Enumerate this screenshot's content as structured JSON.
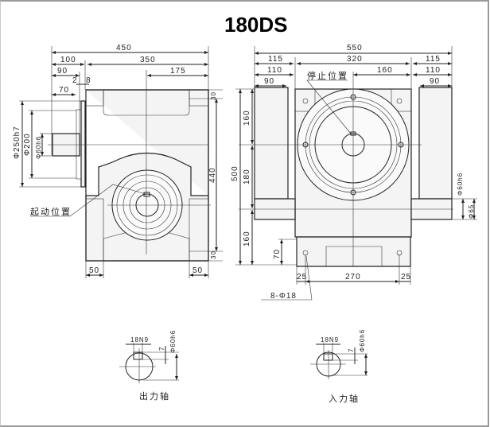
{
  "title": "180DS",
  "left_view": {
    "dims": {
      "overall_width": "450",
      "d100": "100",
      "d350": "350",
      "d90": "90",
      "d175": "175",
      "d2": "2",
      "d8": "8",
      "d70": "70",
      "phi250": "Φ250h7",
      "phi200": "Φ200",
      "phi60": "Φ60h6",
      "d440": "440",
      "d30_top": "30",
      "d30_bottom": "30",
      "d50_left": "50",
      "d50_right": "50"
    },
    "start_position_label": "起动位置"
  },
  "right_view": {
    "dims": {
      "overall_width": "550",
      "d115_left": "115",
      "d320": "320",
      "d115_right": "115",
      "d110_left": "110",
      "d160_top": "160",
      "d110_right": "110",
      "d90_left": "90",
      "d90_right": "90",
      "d500": "500",
      "v160_top": "160",
      "v180": "180",
      "v160_bottom": "160",
      "d70": "70",
      "d25_left": "25",
      "d270": "270",
      "d25_right": "25",
      "phi60": "Φ60h6",
      "phi65": "Φ65"
    },
    "stop_position_label": "停止位置",
    "holes_label": "8-Φ18"
  },
  "output_shaft": {
    "key": "18N9",
    "depth": "7",
    "dia": "Φ60h6",
    "label": "出力轴"
  },
  "input_shaft": {
    "key": "18N9",
    "depth": "7",
    "dia": "Φ60h6",
    "label": "入力轴"
  }
}
